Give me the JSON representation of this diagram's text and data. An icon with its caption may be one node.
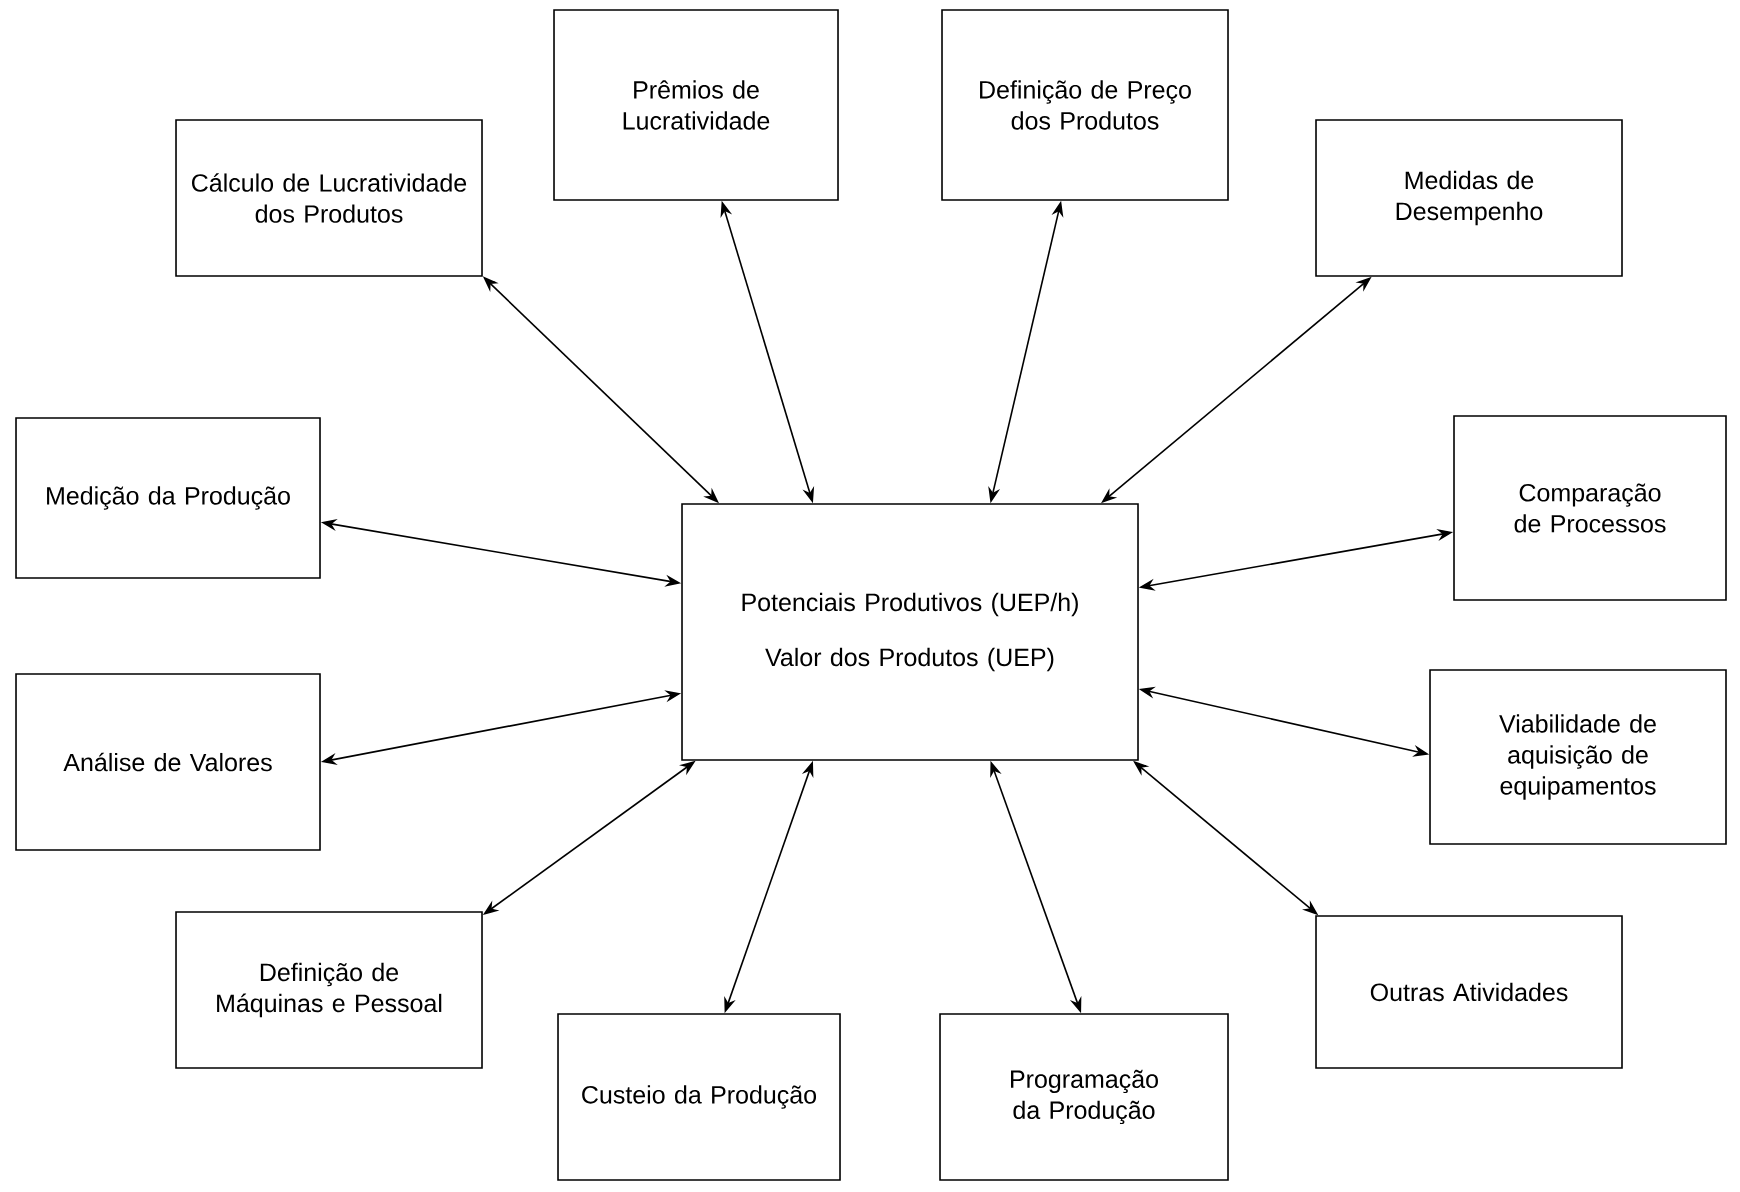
{
  "diagram": {
    "nodes": [
      {
        "text": [
          "Prêmios de Lucratividade"
        ]
      },
      {
        "text": [
          "Definição de Preço dos Produtos"
        ]
      },
      {
        "text": [
          "Cálculo de Lucratividade dos Produtos"
        ]
      },
      {
        "text": [
          "Medidas de Desempenho"
        ]
      },
      {
        "text": [
          "Medição da Produção"
        ]
      },
      {
        "text": [
          "Comparação de Processos"
        ]
      },
      {
        "text": [
          "Potenciais Produtivos (UEP/h)",
          "Valor dos Produtos (UEP)"
        ]
      },
      {
        "text": [
          "Análise de Valores"
        ]
      },
      {
        "text": [
          "Viabilidade de aquisição de equipamentos"
        ]
      },
      {
        "text": [
          "Definição de Máquinas e Pessoal"
        ]
      },
      {
        "text": [
          "Outras Atividades"
        ]
      },
      {
        "text": [
          "Custeio da Produção"
        ]
      },
      {
        "text": [
          "Programação da Produção"
        ]
      }
    ],
    "edges": [
      {
        "from": 6,
        "to": 0,
        "arrow": "both"
      },
      {
        "from": 6,
        "to": 1,
        "arrow": "both"
      },
      {
        "from": 6,
        "to": 2,
        "arrow": "both"
      },
      {
        "from": 6,
        "to": 3,
        "arrow": "both"
      },
      {
        "from": 6,
        "to": 4,
        "arrow": "both"
      },
      {
        "from": 6,
        "to": 5,
        "arrow": "both"
      },
      {
        "from": 6,
        "to": 7,
        "arrow": "both"
      },
      {
        "from": 6,
        "to": 8,
        "arrow": "both"
      },
      {
        "from": 6,
        "to": 9,
        "arrow": "both"
      },
      {
        "from": 6,
        "to": 10,
        "arrow": "both"
      },
      {
        "from": 6,
        "to": 11,
        "arrow": "both"
      },
      {
        "from": 6,
        "to": 12,
        "arrow": "both"
      }
    ]
  }
}
